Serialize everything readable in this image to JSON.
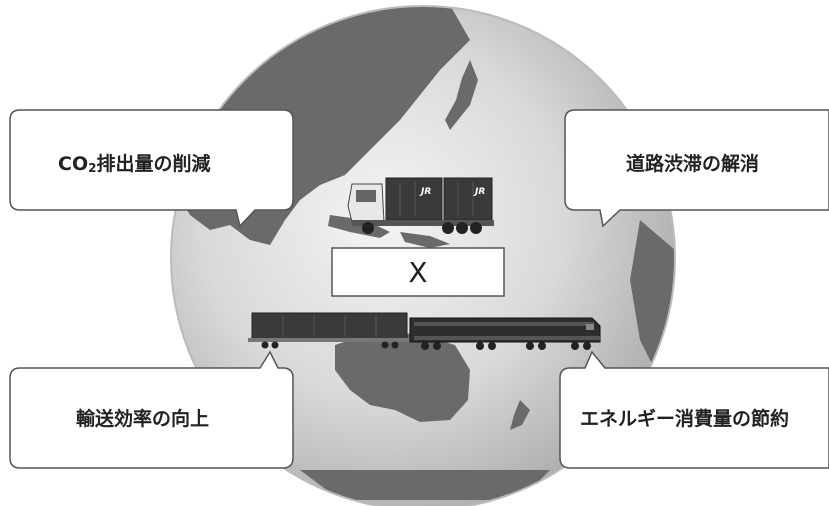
{
  "bubbles": {
    "top_left": {
      "prefix": "CO",
      "subscript": "2",
      "suffix": "排出量の削減"
    },
    "top_right": {
      "text": "道路渋滞の解消"
    },
    "bottom_left": {
      "text": "輸送効率の向上"
    },
    "bottom_right": {
      "text": "エネルギー消費量の節約"
    }
  },
  "center": {
    "operator": "X"
  },
  "truck": {
    "logo": "JR"
  },
  "colors": {
    "bubble_stroke": "#555555",
    "bubble_fill": "#ffffff",
    "globe_ocean": "#d8d8d8",
    "globe_land": "#6a6a6a",
    "text": "#222222"
  }
}
